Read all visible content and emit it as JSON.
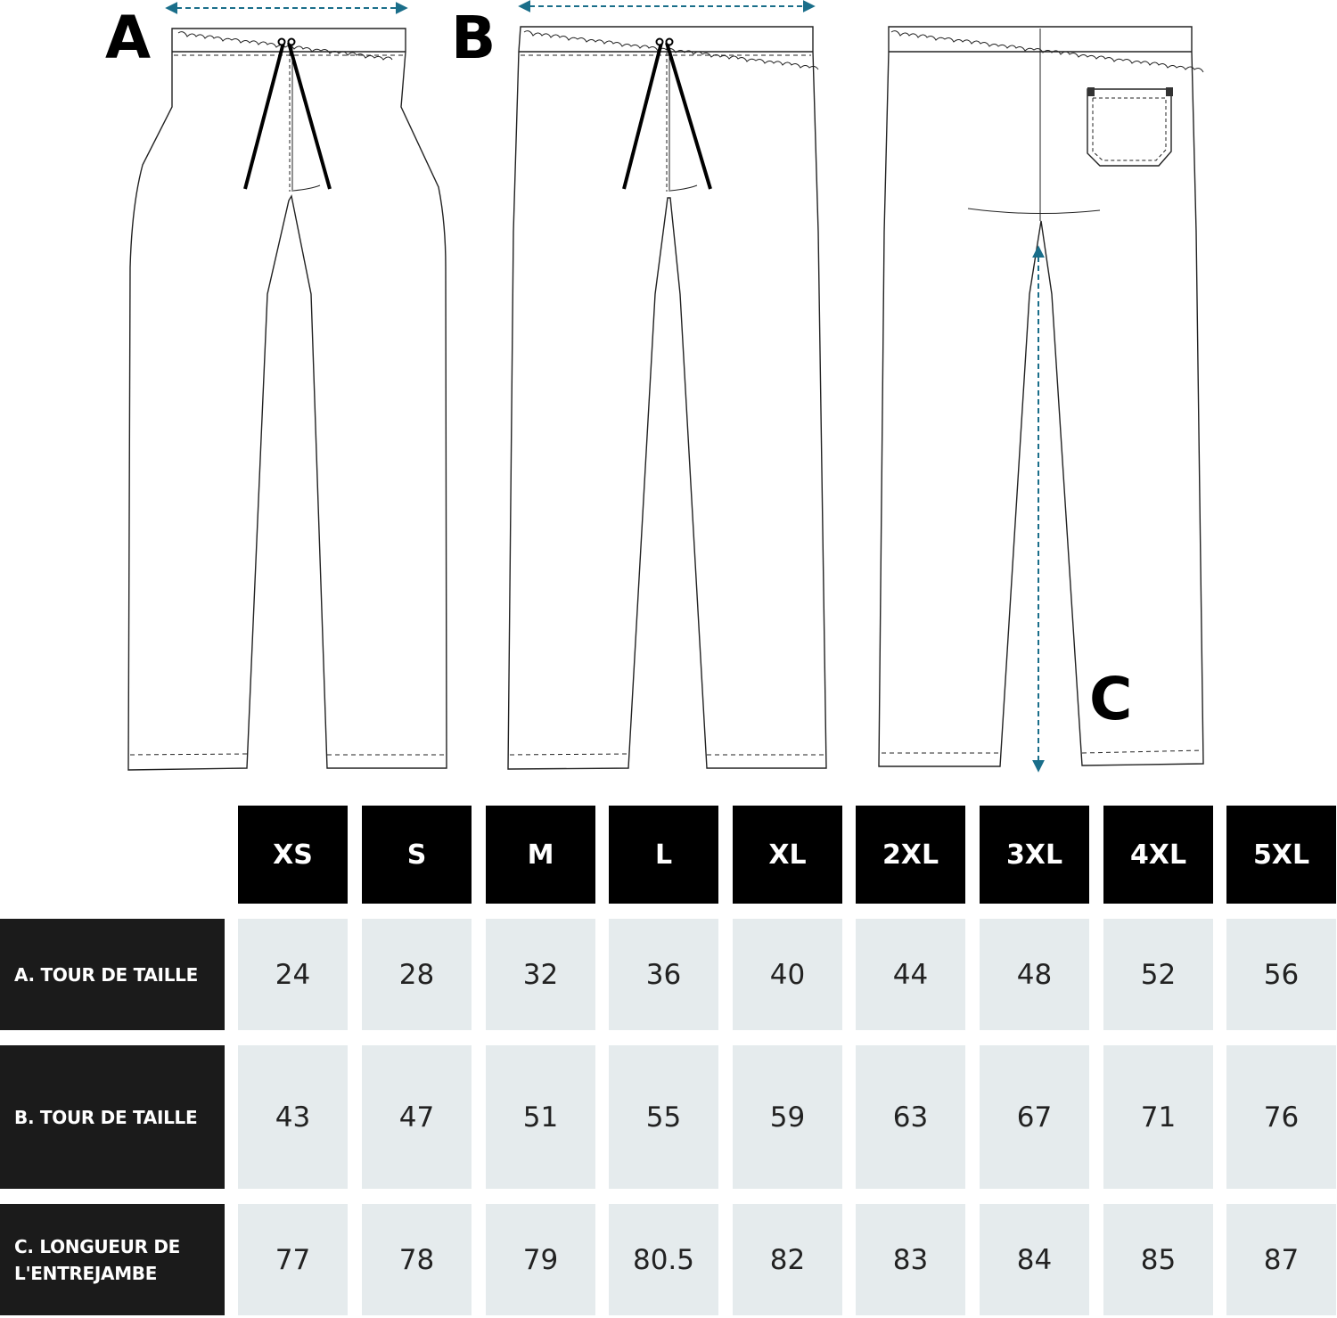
{
  "figure": {
    "letters": {
      "a": "A",
      "b": "B",
      "c": "C"
    },
    "arrow_color": "#1a6e8a"
  },
  "table": {
    "sizes": [
      "XS",
      "S",
      "M",
      "L",
      "XL",
      "2XL",
      "3XL",
      "4XL",
      "5XL"
    ],
    "rows": [
      {
        "label": "A. TOUR DE TAILLE",
        "values": [
          "24",
          "28",
          "32",
          "36",
          "40",
          "44",
          "48",
          "52",
          "56"
        ]
      },
      {
        "label": "B. TOUR DE TAILLE",
        "values": [
          "43",
          "47",
          "51",
          "55",
          "59",
          "63",
          "67",
          "71",
          "76"
        ]
      },
      {
        "label": "C. LONGUEUR DE\nL'ENTREJAMBE",
        "values": [
          "77",
          "78",
          "79",
          "80.5",
          "82",
          "83",
          "84",
          "85",
          "87"
        ]
      }
    ]
  }
}
